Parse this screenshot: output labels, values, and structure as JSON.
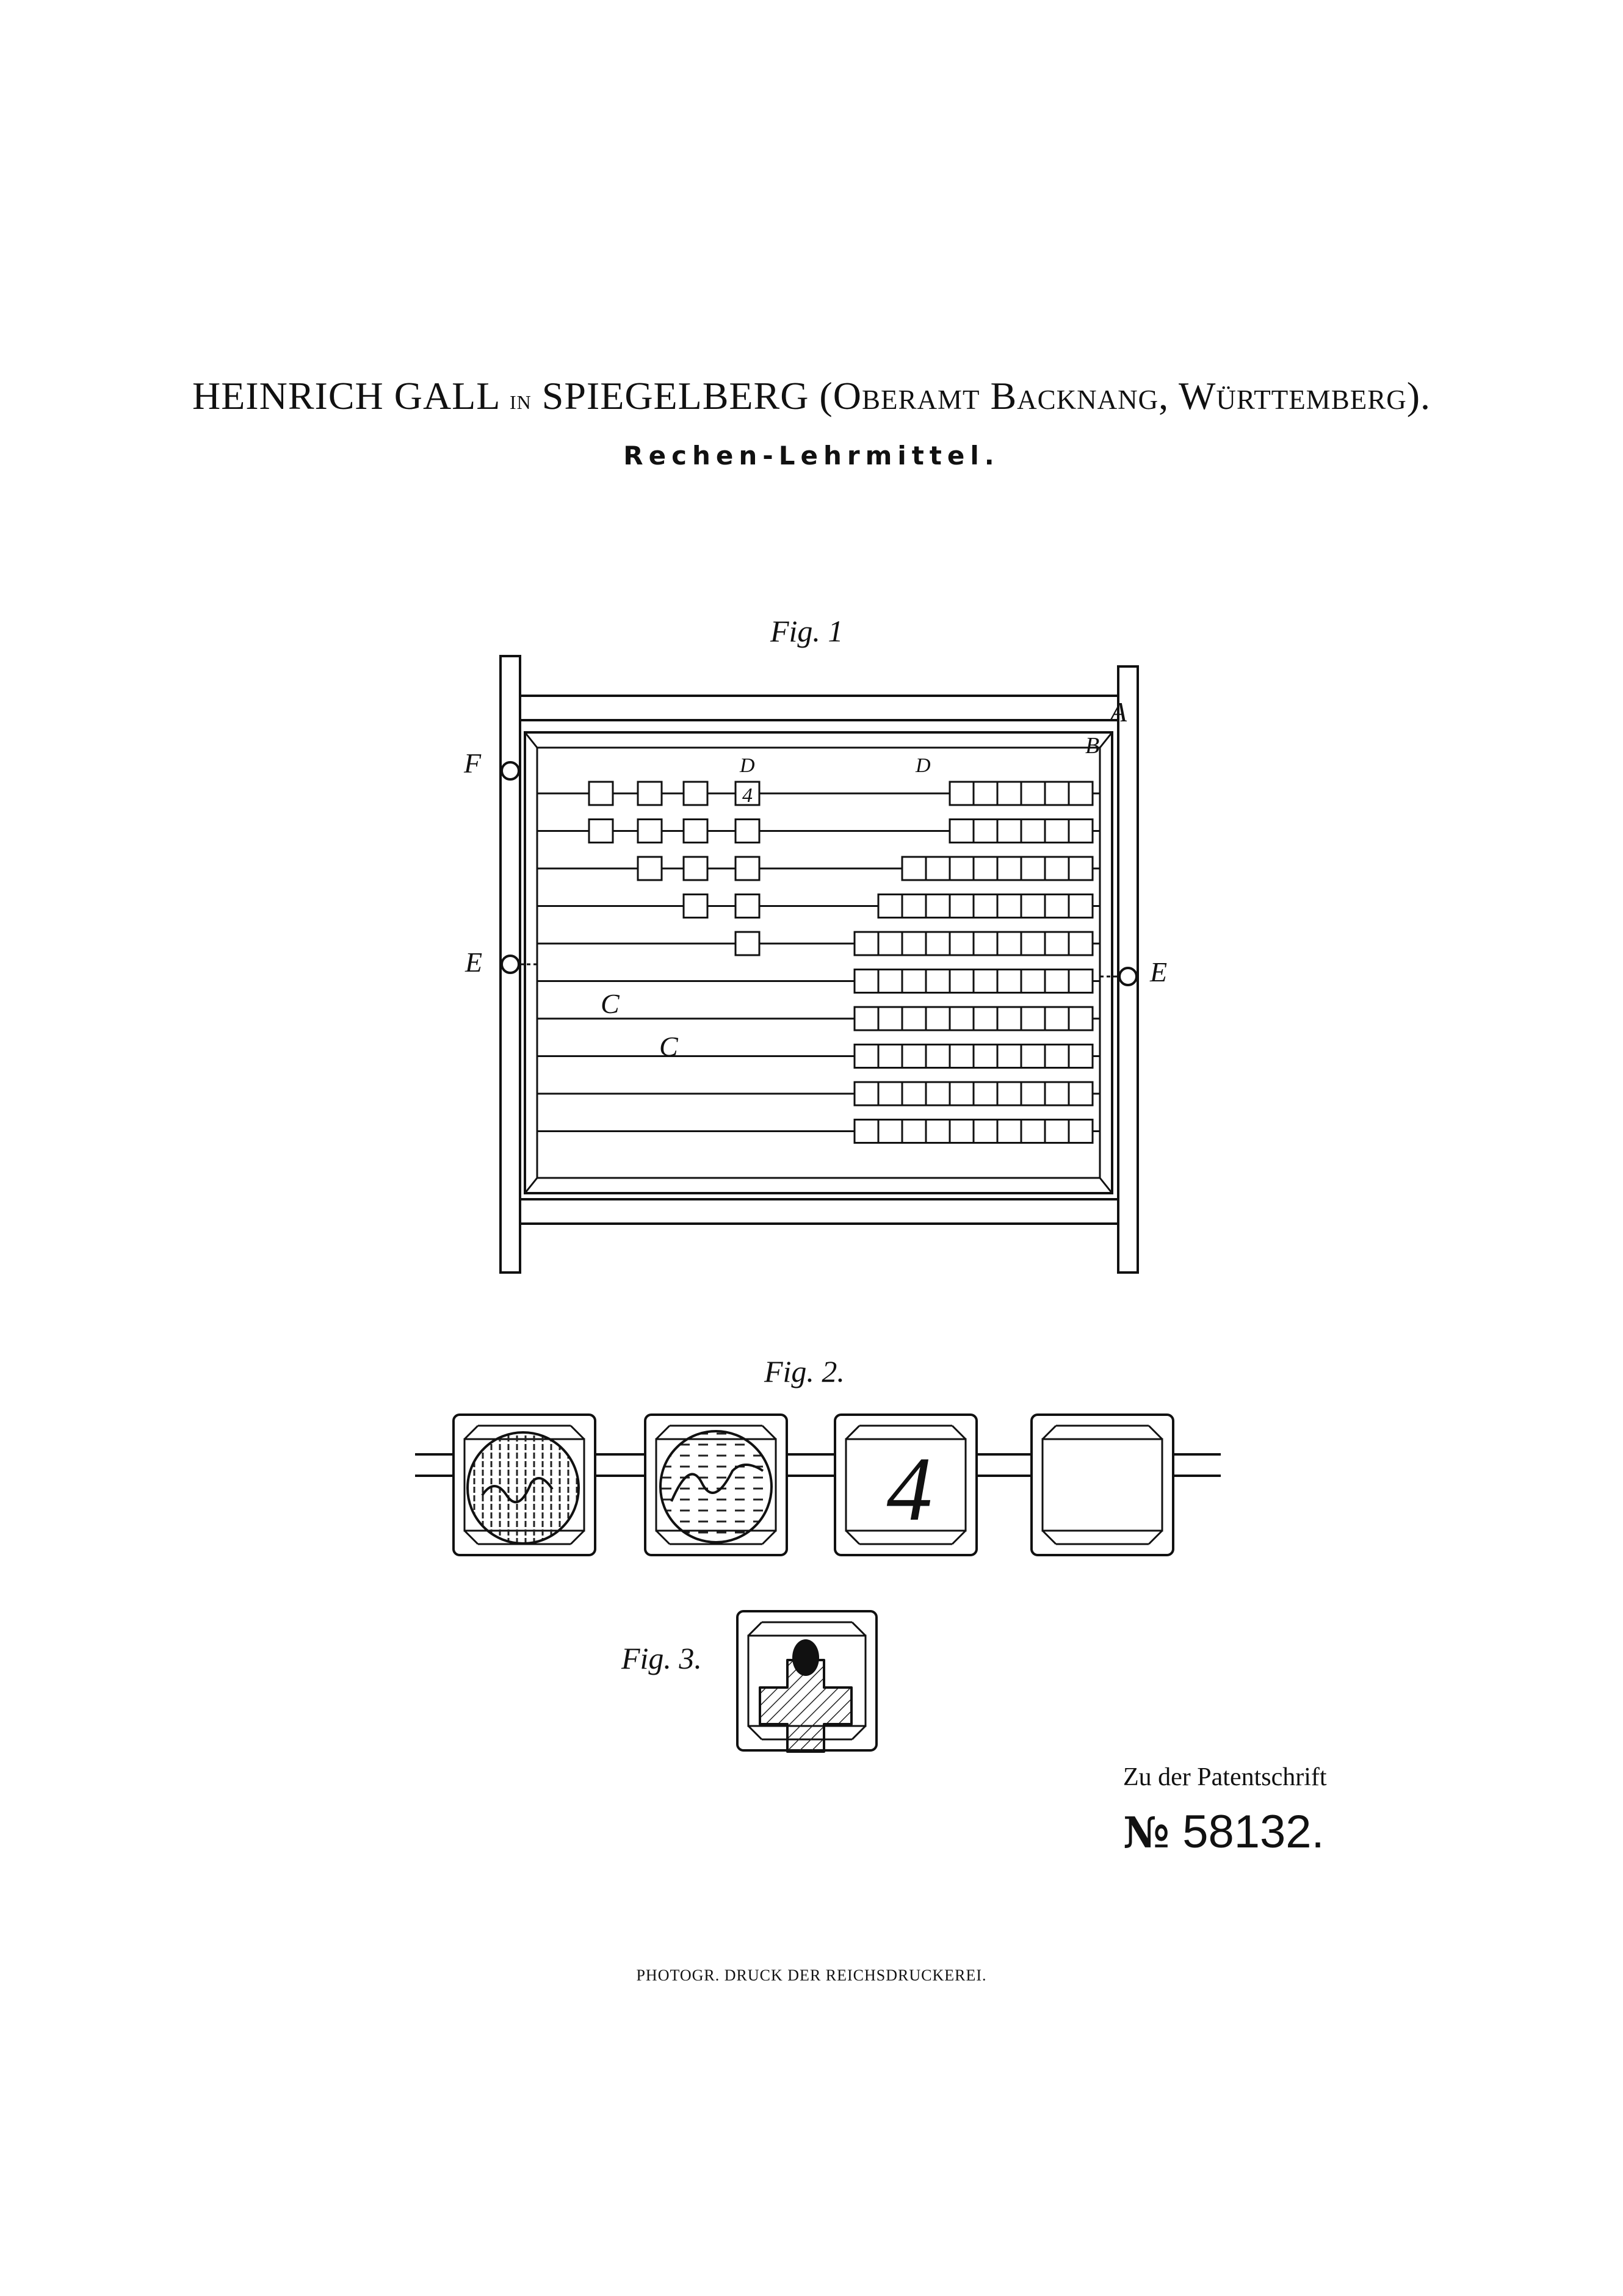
{
  "header": {
    "inventor": "HEINRICH GALL",
    "connector": "in",
    "place": "SPIEGELBERG",
    "district_open": "(Oberamt Backnang, Württemberg).",
    "subtitle": "Rechen-Lehrmittel."
  },
  "figures": {
    "fig1": {
      "label": "Fig. 1",
      "bead_number": "4",
      "reference_letters": [
        "A",
        "B",
        "C",
        "C",
        "D",
        "D",
        "E",
        "E",
        "F"
      ]
    },
    "fig2": {
      "label": "Fig. 2.",
      "numeral": "4"
    },
    "fig3": {
      "label": "Fig. 3."
    }
  },
  "abacus": {
    "rows": 10,
    "left_square_counts": [
      4,
      4,
      3,
      2,
      1,
      0,
      0,
      0,
      0,
      0
    ],
    "right_bead_counts": [
      6,
      6,
      8,
      9,
      10,
      10,
      10,
      10,
      10,
      10
    ]
  },
  "footer": {
    "patent_note": "Zu der Patentschrift",
    "patent_no_symbol": "№",
    "patent_number": "58132.",
    "printer": "PHOTOGR. DRUCK DER REICHSDRUCKEREI."
  }
}
